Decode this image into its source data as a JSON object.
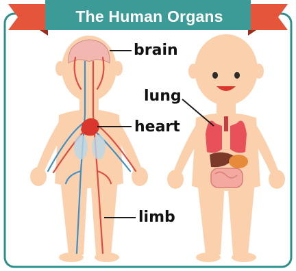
{
  "title": "The Human Organs",
  "labels": {
    "brain": "brain",
    "lung": "lung",
    "heart": "heart",
    "limb": "limb"
  },
  "colors": {
    "frame": "#2e8f8c",
    "banner": "#3c9a97",
    "ribbon": "#e4553a",
    "skin": "#fbd1ad",
    "artery": "#e04b3f",
    "vein": "#3d8fc6",
    "heart": "#d9372e"
  }
}
